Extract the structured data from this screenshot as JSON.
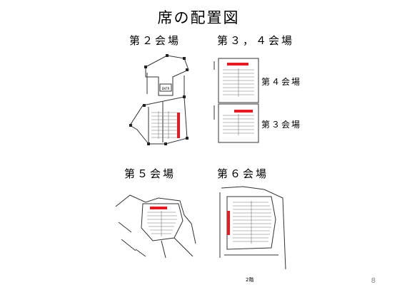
{
  "title": "席の配置図",
  "rooms": {
    "room2": {
      "label": "第２会場",
      "inner_label": "ENTR"
    },
    "room34": {
      "label": "第３，４会場",
      "room4_label": "第４会場",
      "room3_label": "第３会場"
    },
    "room5": {
      "label": "第５会場"
    },
    "room6": {
      "label": "第６会場",
      "floor_caption": "2階"
    }
  },
  "page_number": "8",
  "colors": {
    "highlight": "#e51c23",
    "line": "#333333"
  }
}
